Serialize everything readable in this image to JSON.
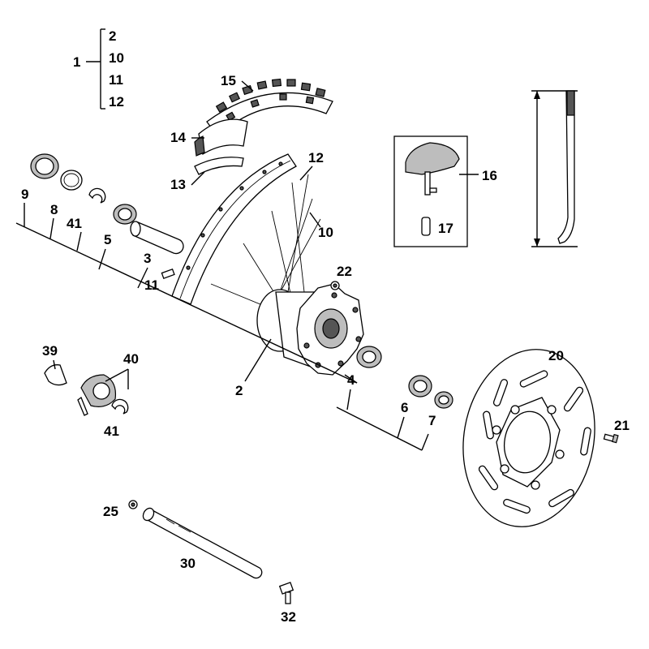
{
  "labels": {
    "p1": "1",
    "p1_2": "2",
    "p1_10": "10",
    "p1_11": "11",
    "p1_12": "12",
    "p15": "15",
    "p14": "14",
    "p13": "13",
    "p12": "12",
    "p10": "10",
    "p16": "16",
    "p17": "17",
    "p9": "9",
    "p8": "8",
    "p41a": "41",
    "p5": "5",
    "p3": "3",
    "p11": "11",
    "p22": "22",
    "p2": "2",
    "p4": "4",
    "p6": "6",
    "p7": "7",
    "p39": "39",
    "p40": "40",
    "p41b": "41",
    "p20": "20",
    "p21": "21",
    "p25": "25",
    "p30": "30",
    "p32": "32"
  }
}
